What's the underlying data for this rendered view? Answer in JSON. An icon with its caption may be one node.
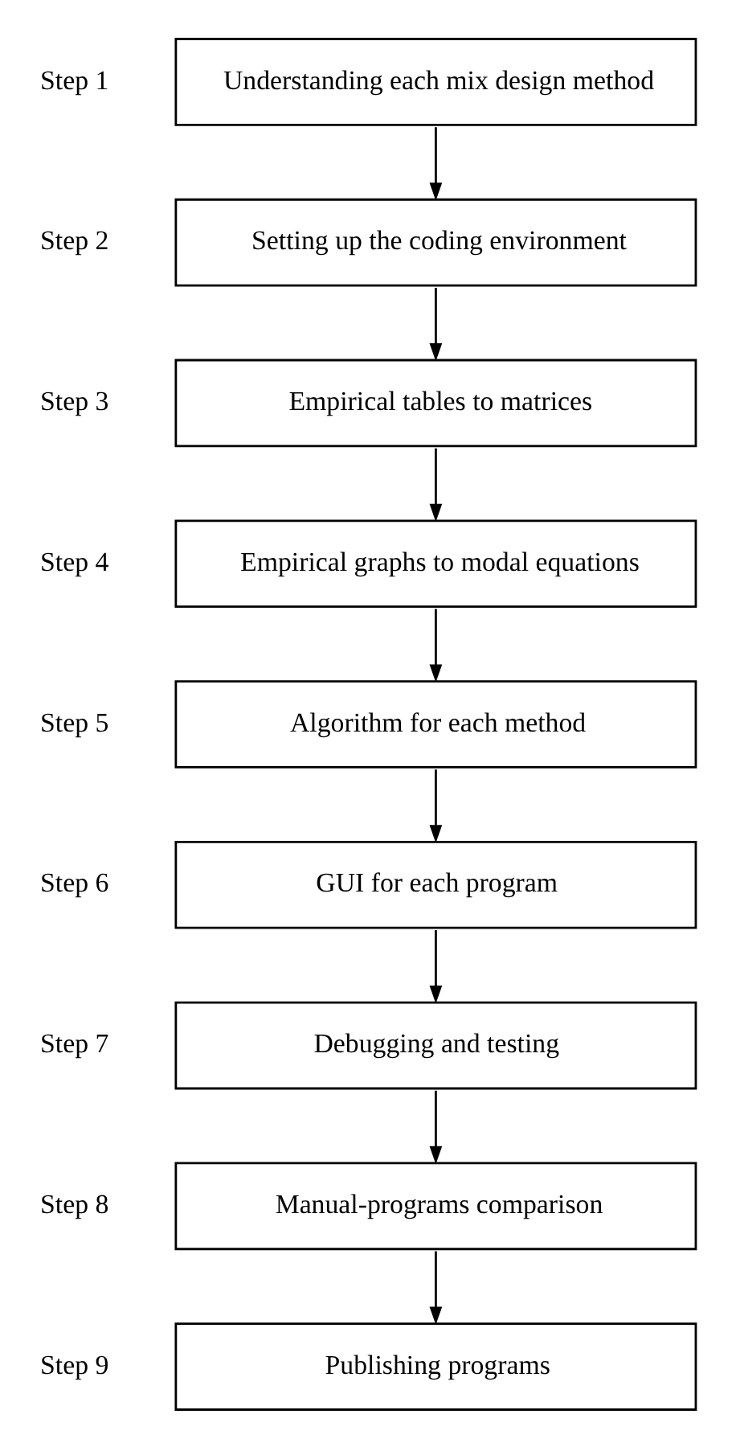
{
  "diagram": {
    "nodes": [
      {
        "text": [
          "Understanding each mix design method"
        ],
        "beside": [
          "Step 1"
        ]
      },
      {
        "text": [
          "Setting up the coding environment"
        ],
        "beside": [
          "Step 2"
        ]
      },
      {
        "text": [
          "Empirical tables to matrices"
        ],
        "beside": [
          "Step 3"
        ]
      },
      {
        "text": [
          "Empirical graphs to modal equations"
        ],
        "beside": [
          "Step 4"
        ]
      },
      {
        "text": [
          "Algorithm for each method"
        ],
        "beside": [
          "Step 5"
        ]
      },
      {
        "text": [
          "GUI for each program"
        ],
        "beside": [
          "Step 6"
        ]
      },
      {
        "text": [
          "Debugging and testing"
        ],
        "beside": [
          "Step 7"
        ]
      },
      {
        "text": [
          "Manual-programs comparison"
        ],
        "beside": [
          "Step 8"
        ]
      },
      {
        "text": [
          "Publishing programs"
        ],
        "beside": [
          "Step 9"
        ]
      }
    ],
    "edges": [
      {
        "from": 0,
        "to": 1,
        "arrow": "to"
      },
      {
        "from": 1,
        "to": 2,
        "arrow": "to"
      },
      {
        "from": 2,
        "to": 3,
        "arrow": "to"
      },
      {
        "from": 3,
        "to": 4,
        "arrow": "to"
      },
      {
        "from": 4,
        "to": 5,
        "arrow": "to"
      },
      {
        "from": 5,
        "to": 6,
        "arrow": "to"
      },
      {
        "from": 6,
        "to": 7,
        "arrow": "to"
      },
      {
        "from": 7,
        "to": 8,
        "arrow": "to"
      }
    ]
  }
}
